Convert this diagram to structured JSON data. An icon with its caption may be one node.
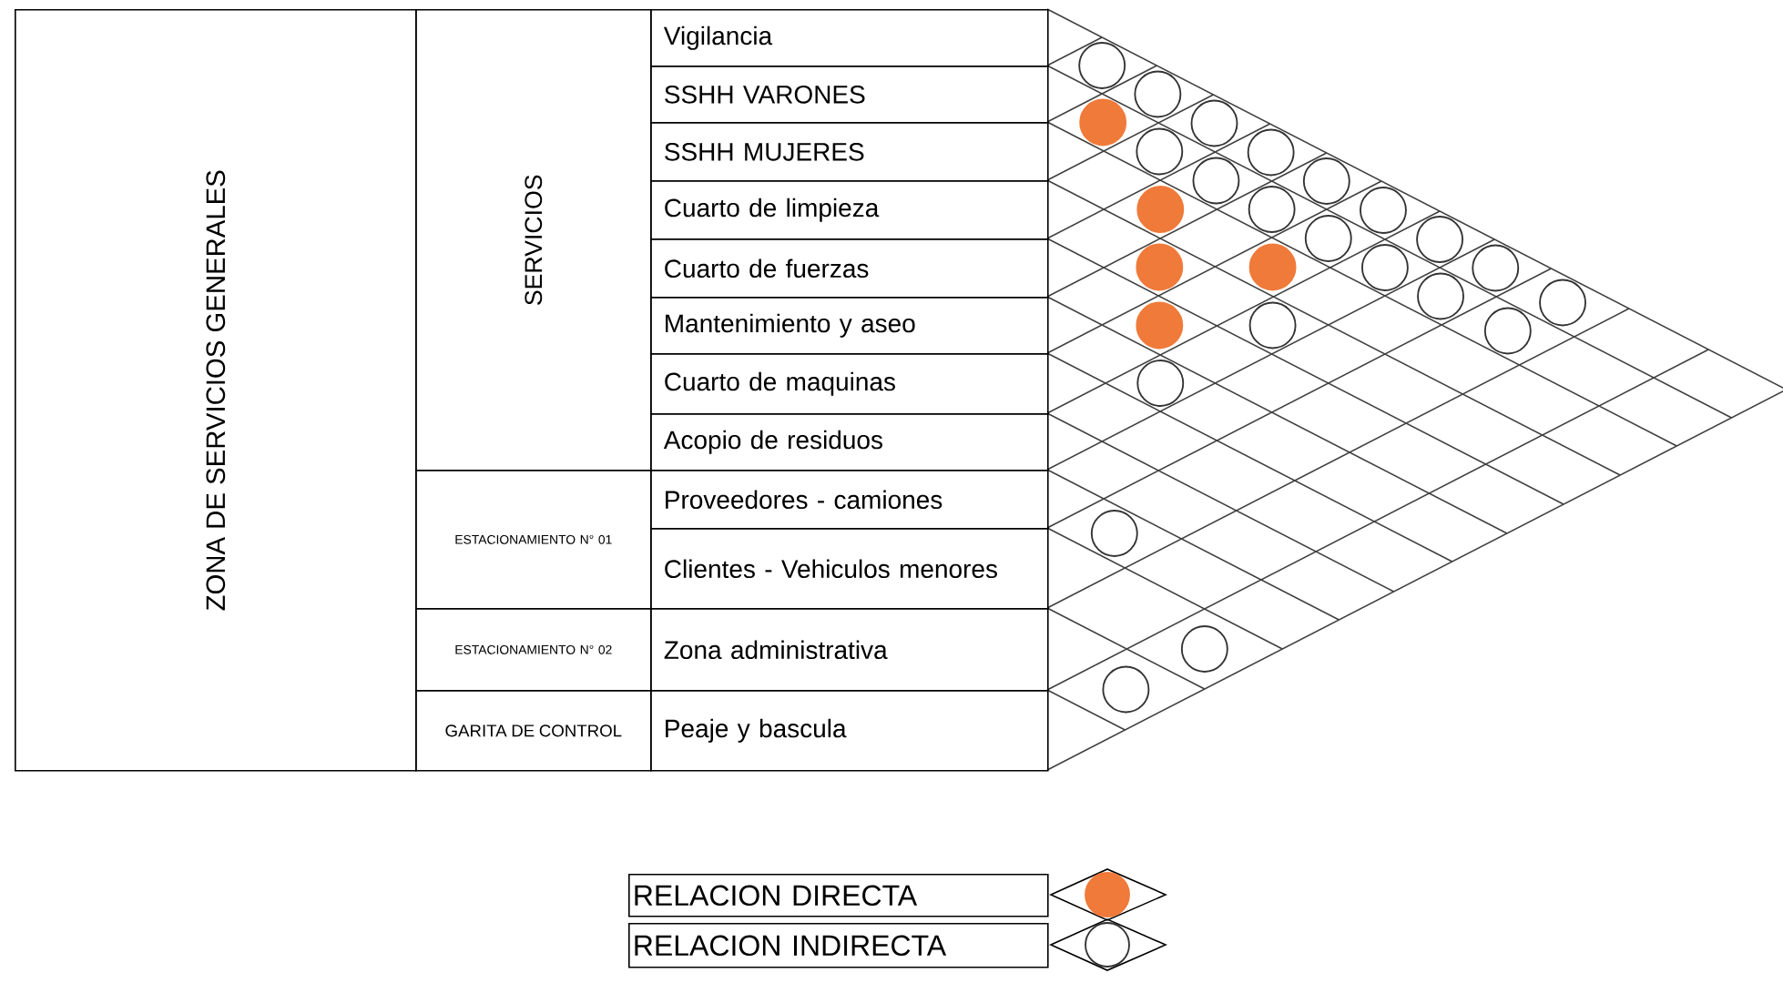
{
  "diagram": {
    "nodes": [
      {
        "text": [
          "ZONA DE SERVICIOS GENERALES"
        ]
      },
      {
        "text": [
          "SERVICIOS"
        ]
      },
      {
        "text": [
          "Vigilancia"
        ]
      },
      {
        "text": [
          "SSHH VARONES"
        ]
      },
      {
        "text": [
          "SSHH MUJERES"
        ]
      },
      {
        "text": [
          "Cuarto de limpieza"
        ]
      },
      {
        "text": [
          "Cuarto de fuerzas"
        ]
      },
      {
        "text": [
          "Mantenimiento y aseo"
        ]
      },
      {
        "text": [
          "Cuarto de maquinas"
        ]
      },
      {
        "text": [
          "Acopio de residuos"
        ]
      },
      {
        "text": [
          "ESTACIONAMIENTO N° 01"
        ]
      },
      {
        "text": [
          "Proveedores - camiones"
        ]
      },
      {
        "text": [
          "Clientes - Vehiculos menores"
        ]
      },
      {
        "text": [
          "ESTACIONAMIENTO N° 02"
        ]
      },
      {
        "text": [
          "Zona administrativa"
        ]
      },
      {
        "text": [
          "GARITA DE CONTROL"
        ]
      },
      {
        "text": [
          "Peaje y bascula"
        ]
      },
      {
        "text": [],
        "shape": "circle"
      },
      {
        "text": [],
        "shape": "circle"
      },
      {
        "text": [],
        "shape": "circle"
      },
      {
        "text": [],
        "shape": "circle"
      },
      {
        "text": [],
        "shape": "circle"
      },
      {
        "text": [],
        "shape": "circle"
      },
      {
        "text": [],
        "shape": "circle"
      },
      {
        "text": [],
        "shape": "circle"
      },
      {
        "text": [],
        "shape": "circle"
      },
      {
        "text": [],
        "shape": "circle"
      },
      {
        "text": [],
        "shape": "circle"
      },
      {
        "text": [],
        "shape": "circle"
      },
      {
        "text": [],
        "shape": "circle"
      },
      {
        "text": [],
        "shape": "circle"
      },
      {
        "text": [],
        "shape": "circle"
      },
      {
        "text": [],
        "shape": "circle"
      },
      {
        "text": [],
        "shape": "circle"
      },
      {
        "text": [],
        "shape": "circle"
      },
      {
        "text": [],
        "shape": "circle"
      },
      {
        "text": [],
        "shape": "circle"
      },
      {
        "text": [],
        "shape": "circle"
      },
      {
        "text": [],
        "shape": "circle"
      },
      {
        "text": [],
        "shape": "circle"
      },
      {
        "text": [],
        "shape": "circle"
      },
      {
        "text": [],
        "shape": "circle"
      },
      {
        "text": [],
        "shape": "circle"
      }
    ],
    "legend": [
      {
        "text": "RELACION DIRECTA",
        "color": "#f07a3a"
      },
      {
        "text": "RELACION INDIRECTA"
      }
    ]
  }
}
